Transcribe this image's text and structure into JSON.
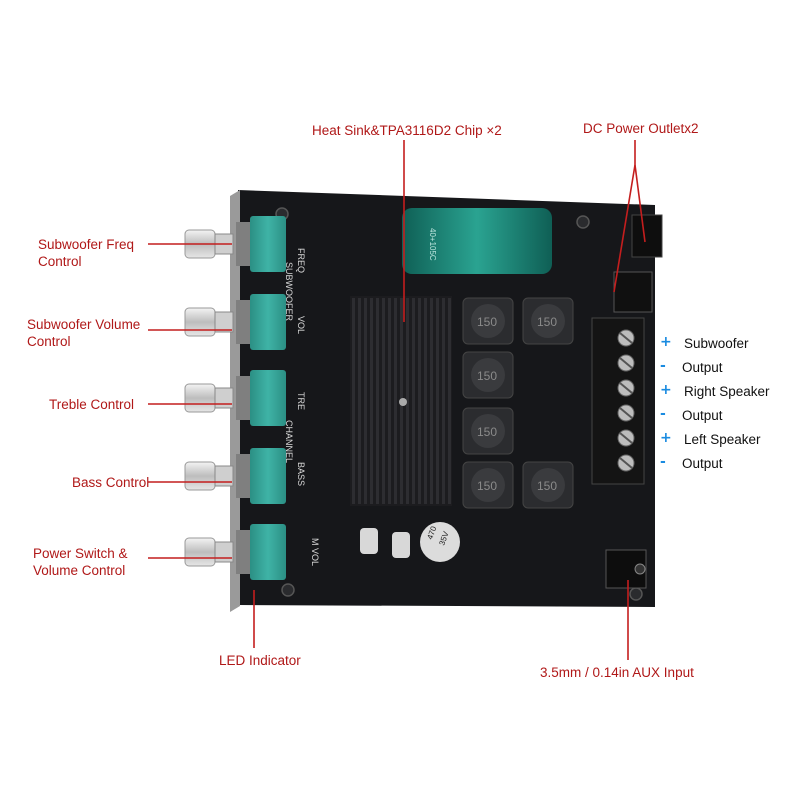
{
  "callouts": {
    "heat_sink": "Heat Sink&TPA3116D2 Chip ×2",
    "dc_power": "DC Power Outletx2",
    "sub_freq_line1": "Subwoofer Freq",
    "sub_freq_line2": "Control",
    "sub_vol_line1": "Subwoofer Volume",
    "sub_vol_line2": "Control",
    "treble": "Treble Control",
    "bass": "Bass Control",
    "power_line1": "Power Switch &",
    "power_line2": "Volume Control",
    "led": "LED Indicator",
    "aux": "3.5mm / 0.14in AUX Input"
  },
  "terminals": [
    {
      "sign": "+",
      "label": "Subwoofer"
    },
    {
      "sign": "-",
      "label": "Output"
    },
    {
      "sign": "+",
      "label": "Right Speaker"
    },
    {
      "sign": "-",
      "label": "Output"
    },
    {
      "sign": "+",
      "label": "Left Speaker"
    },
    {
      "sign": "-",
      "label": "Output"
    }
  ],
  "board_silkscreen": {
    "freq": "FREQ",
    "subwoofer": "SUBWOOFER",
    "vol": "VOL",
    "tre": "TRE",
    "channel": "CHANNEL",
    "bass": "BASS",
    "m_vol": "M VOL",
    "inductor": "150",
    "cap_main": "470",
    "cap_main_v": "35V",
    "capacitor_text": "40+105C"
  },
  "colors": {
    "callout_text": "#b01818",
    "callout_line": "#c41e1e",
    "terminal_sign": "#1a8be0",
    "board": "#17181a",
    "pot": "#2f9a8e",
    "capacitor": "#1f8a7a"
  }
}
